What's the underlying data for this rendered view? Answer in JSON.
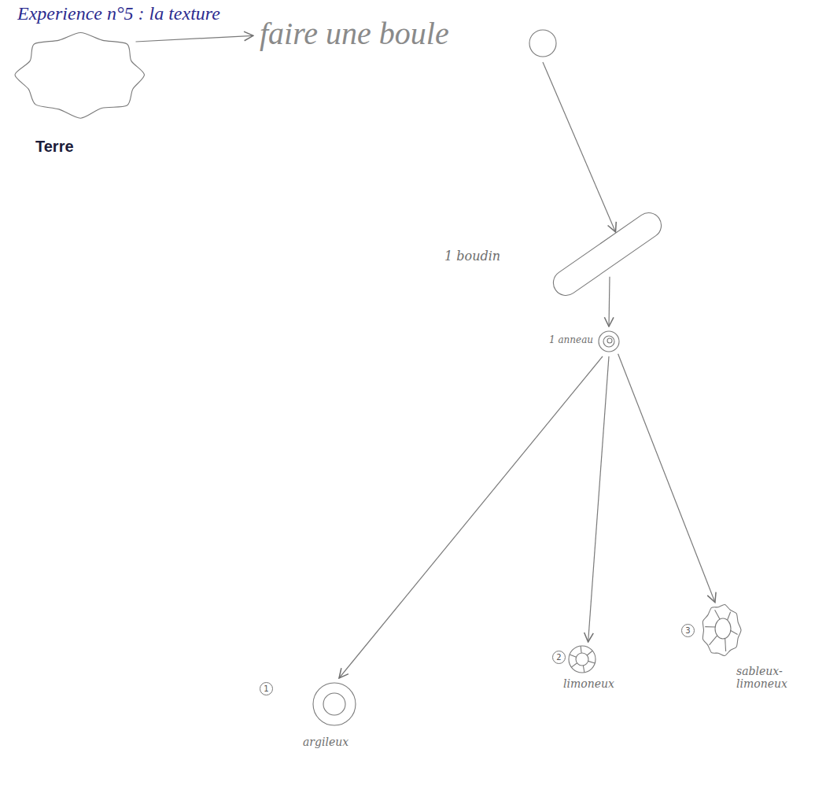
{
  "diagram": {
    "title": "Experience n°5 : la texture",
    "nodes": [
      {
        "text": [
          "Terre"
        ]
      },
      {
        "text": [
          "faire une boule"
        ]
      },
      {
        "text": [
          "1 boudin"
        ]
      },
      {
        "text": [
          "1 anneau"
        ]
      },
      {
        "text": [
          "1",
          "argileux"
        ]
      },
      {
        "text": [
          "2",
          "limoneux"
        ]
      },
      {
        "text": [
          "3",
          "sableux-limoneux"
        ]
      }
    ],
    "edges": [
      {
        "from": 0,
        "to": 1,
        "arrow": "to"
      },
      {
        "from": 1,
        "to": 2,
        "arrow": "to"
      },
      {
        "from": 2,
        "to": 3,
        "arrow": "to"
      },
      {
        "from": 3,
        "to": 4,
        "arrow": "to"
      },
      {
        "from": 3,
        "to": 5,
        "arrow": "to"
      },
      {
        "from": 3,
        "to": 6,
        "arrow": "to"
      }
    ]
  }
}
